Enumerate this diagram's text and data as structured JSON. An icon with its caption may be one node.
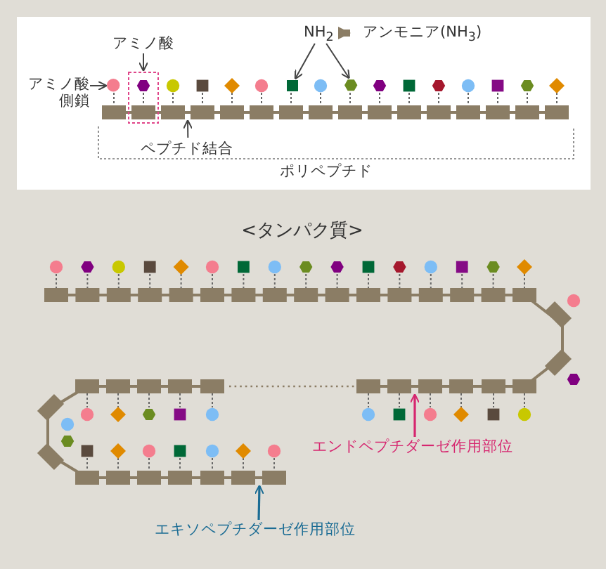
{
  "diagram": {
    "nodes": [
      {
        "text": [
          "アミノ酸側鎖"
        ]
      },
      {
        "text": [
          "アミノ酸"
        ]
      },
      {
        "text": [],
        "shape": "box"
      },
      {
        "text": [
          "ペプチド結合"
        ]
      },
      {
        "text": [
          "NH$_{2}$"
        ]
      },
      {
        "text": [
          "アンモニア(NH$_{3}$)"
        ]
      },
      {
        "text": [],
        "shape": "circle"
      },
      {
        "text": [],
        "shape": "box"
      },
      {
        "text": [],
        "shape": "hexagon"
      },
      {
        "text": [
          "エンドペプチダーゼ作用部位"
        ]
      },
      {
        "text": [
          "エキソペプチダーゼ作用部位"
        ]
      },
      {
        "text": [],
        "shape": "bar"
      },
      {
        "text": [],
        "shape": "bar"
      },
      {
        "text": [],
        "shape": "bar"
      }
    ],
    "edges": [
      {
        "from": 0,
        "to": 6,
        "arrow": "to"
      },
      {
        "from": 1,
        "to": 2,
        "arrow": "to"
      },
      {
        "from": 3,
        "to": 11,
        "arrow": "to"
      },
      {
        "from": 4,
        "to": 7,
        "arrow": "to"
      },
      {
        "from": 4,
        "to": 8,
        "arrow": "to"
      },
      {
        "from": 4,
        "to": 5,
        "arrow": "to",
        "style": "thick",
        "color": "#8b7d65"
      },
      {
        "from": 9,
        "to": 12,
        "arrow": "to",
        "color": "#d6266f"
      },
      {
        "from": 10,
        "to": 13,
        "arrow": "to",
        "color": "#1b6c94"
      }
    ],
    "labels": [
      "ポリペプチド",
      "<タンパク質>"
    ]
  }
}
